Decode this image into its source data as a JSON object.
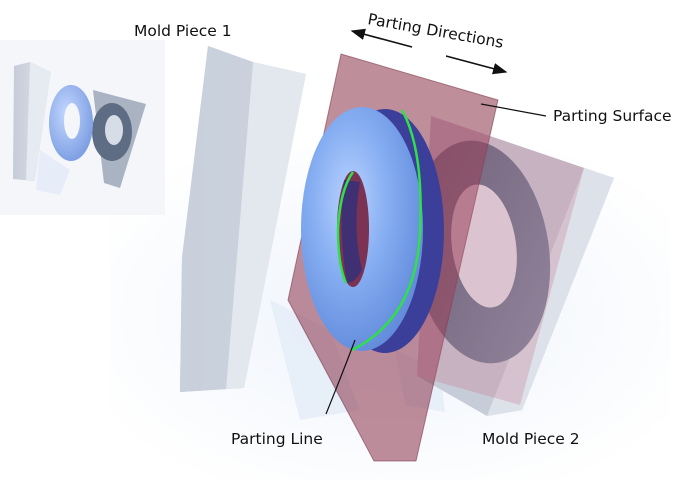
{
  "labels": {
    "mold_piece_1": "Mold Piece 1",
    "mold_piece_2": "Mold Piece 2",
    "parting_directions": "Parting Directions",
    "parting_surface": "Parting Surface",
    "parting_line": "Parting Line"
  },
  "colors": {
    "background": "#ffffff",
    "mold_piece": "#cdd4de",
    "torus": "#7fa6ee",
    "parting_surface": "#8a3148",
    "parting_line": "#2fe04a",
    "text": "#111111"
  }
}
